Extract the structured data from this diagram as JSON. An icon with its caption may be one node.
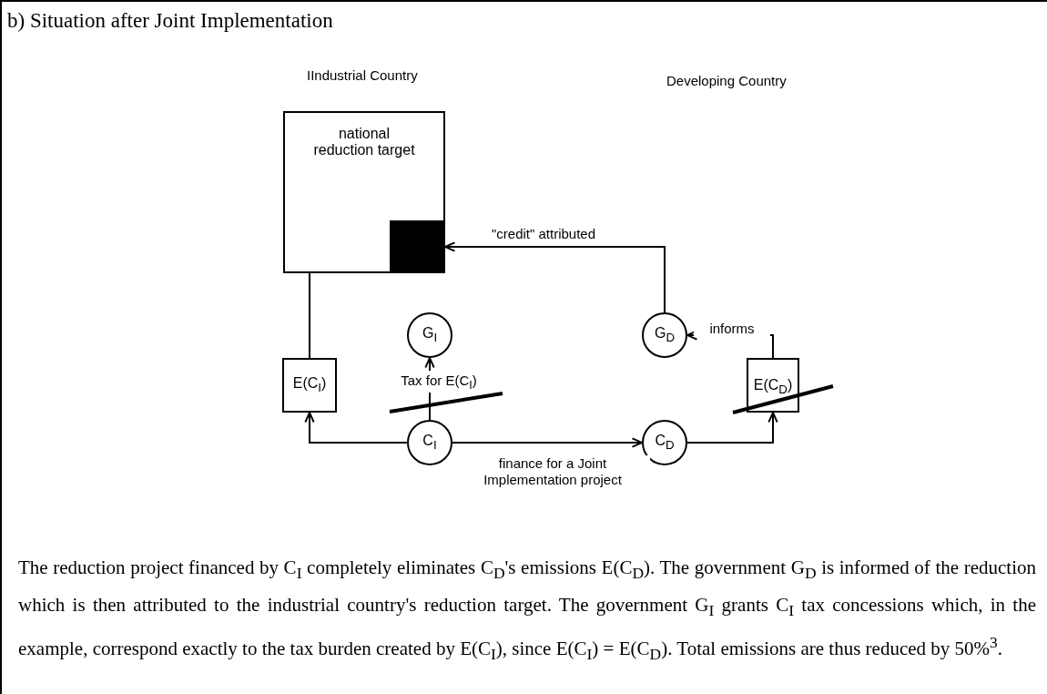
{
  "diagram": {
    "title": "b) Situation after Joint Implementation",
    "nodes": [
      {
        "text": [
          "national reduction target"
        ]
      },
      {
        "text": [],
        "shape": "box",
        "in": 0
      },
      {
        "text": [
          "E(C$_{I}$)"
        ]
      },
      {
        "text": [
          "G$_{I}$"
        ]
      },
      {
        "text": [
          "C$_{I}$"
        ]
      },
      {
        "text": [
          "C$_{D}$"
        ]
      },
      {
        "text": [
          "G$_{D}$"
        ]
      },
      {
        "text": [
          "E(C$_{D}$)"
        ]
      }
    ],
    "edges": [
      {
        "from": 2,
        "to": 1,
        "arrow": "to"
      },
      {
        "from": 6,
        "to": 1,
        "arrow": "to",
        "label": "\"credit\" attributed"
      },
      {
        "from": 4,
        "to": 2,
        "arrow": "to"
      },
      {
        "from": 4,
        "to": 3,
        "arrow": "to",
        "label": "Tax for E(C$_{I}$)"
      },
      {
        "from": 4,
        "to": 5,
        "arrow": "to",
        "label": "finance for a Joint Implementation project"
      },
      {
        "from": 5,
        "to": 7,
        "arrow": "to"
      },
      {
        "from": 7,
        "to": 6,
        "arrow": "to",
        "label": "informs"
      }
    ],
    "labels": [
      "IIndustrial Country",
      "Developing Country"
    ],
    "caption": "The reduction project financed by C$_{I}$ completely eliminates C$_{D}$'s emissions E(C$_{D}$). The government G$_{D}$ is informed of the reduction which is then attributed to the industrial country's reduction target. The government G$_{I}$ grants C$_{I}$ tax concessions which, in the example, correspond exactly to the tax burden created by E(C$_{I}$), since E(C$_{I}$) = E(C$_{D}$). Total emissions are thus reduced by 50%$^{3}$."
  }
}
